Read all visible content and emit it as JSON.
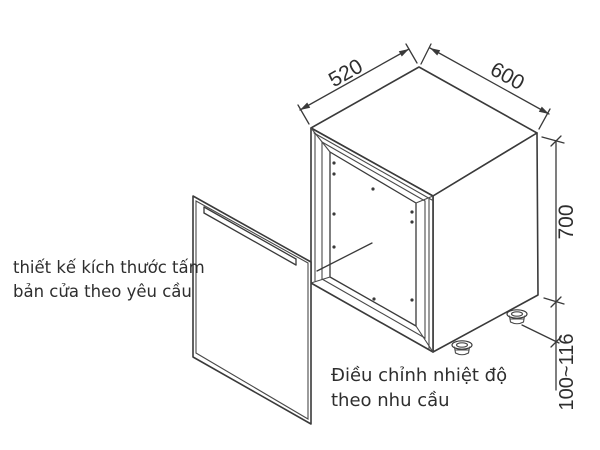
{
  "drawing": {
    "dimensions": {
      "depth_label": "520",
      "width_label": "600",
      "height_label": "700",
      "feet_range_label": "100~116"
    },
    "notes": {
      "door_line1": "thiết kế kích thước tấm",
      "door_line2": "bản cửa theo yêu cầu",
      "feet_line1": "Điều chỉnh nhiệt độ",
      "feet_line2": "theo nhu cầu"
    },
    "colors": {
      "line": "#3a3a3a",
      "text": "#2e2e2e",
      "background": "#ffffff"
    }
  }
}
